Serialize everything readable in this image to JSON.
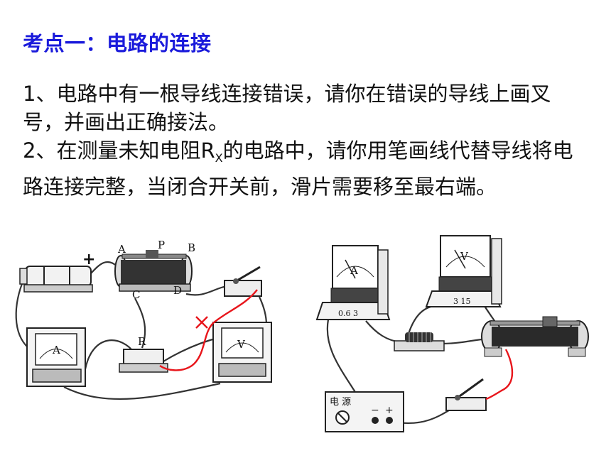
{
  "title": "考点一：电路的连接",
  "question1": "1、电路中有一根导线连接错误，请你在错误的导线上画叉号，并画出正确接法。",
  "question2": {
    "before": "2、在测量未知电阻R",
    "subscript": "X",
    "after": "的电路中，请你用笔画线代替导线将电路连接完整，当闭合开关前，滑片需要移至最右端。"
  },
  "left_diagram": {
    "plus_sign": "+",
    "rheostat_terminals": [
      "A",
      "P",
      "B",
      "C",
      "D"
    ],
    "resistor_label": "R",
    "ammeter_label": "A",
    "voltmeter_label": "V",
    "colors": {
      "wire": "#333333",
      "correction": "#e8151b"
    }
  },
  "right_diagram": {
    "ammeter_label": "A",
    "ammeter_scale": "0.6 3",
    "voltmeter_label": "V",
    "voltmeter_scale": "3 15",
    "power_label": "电 源",
    "power_terminals": [
      "−",
      "+"
    ],
    "colors": {
      "wire": "#333333",
      "correction": "#e8151b"
    }
  }
}
